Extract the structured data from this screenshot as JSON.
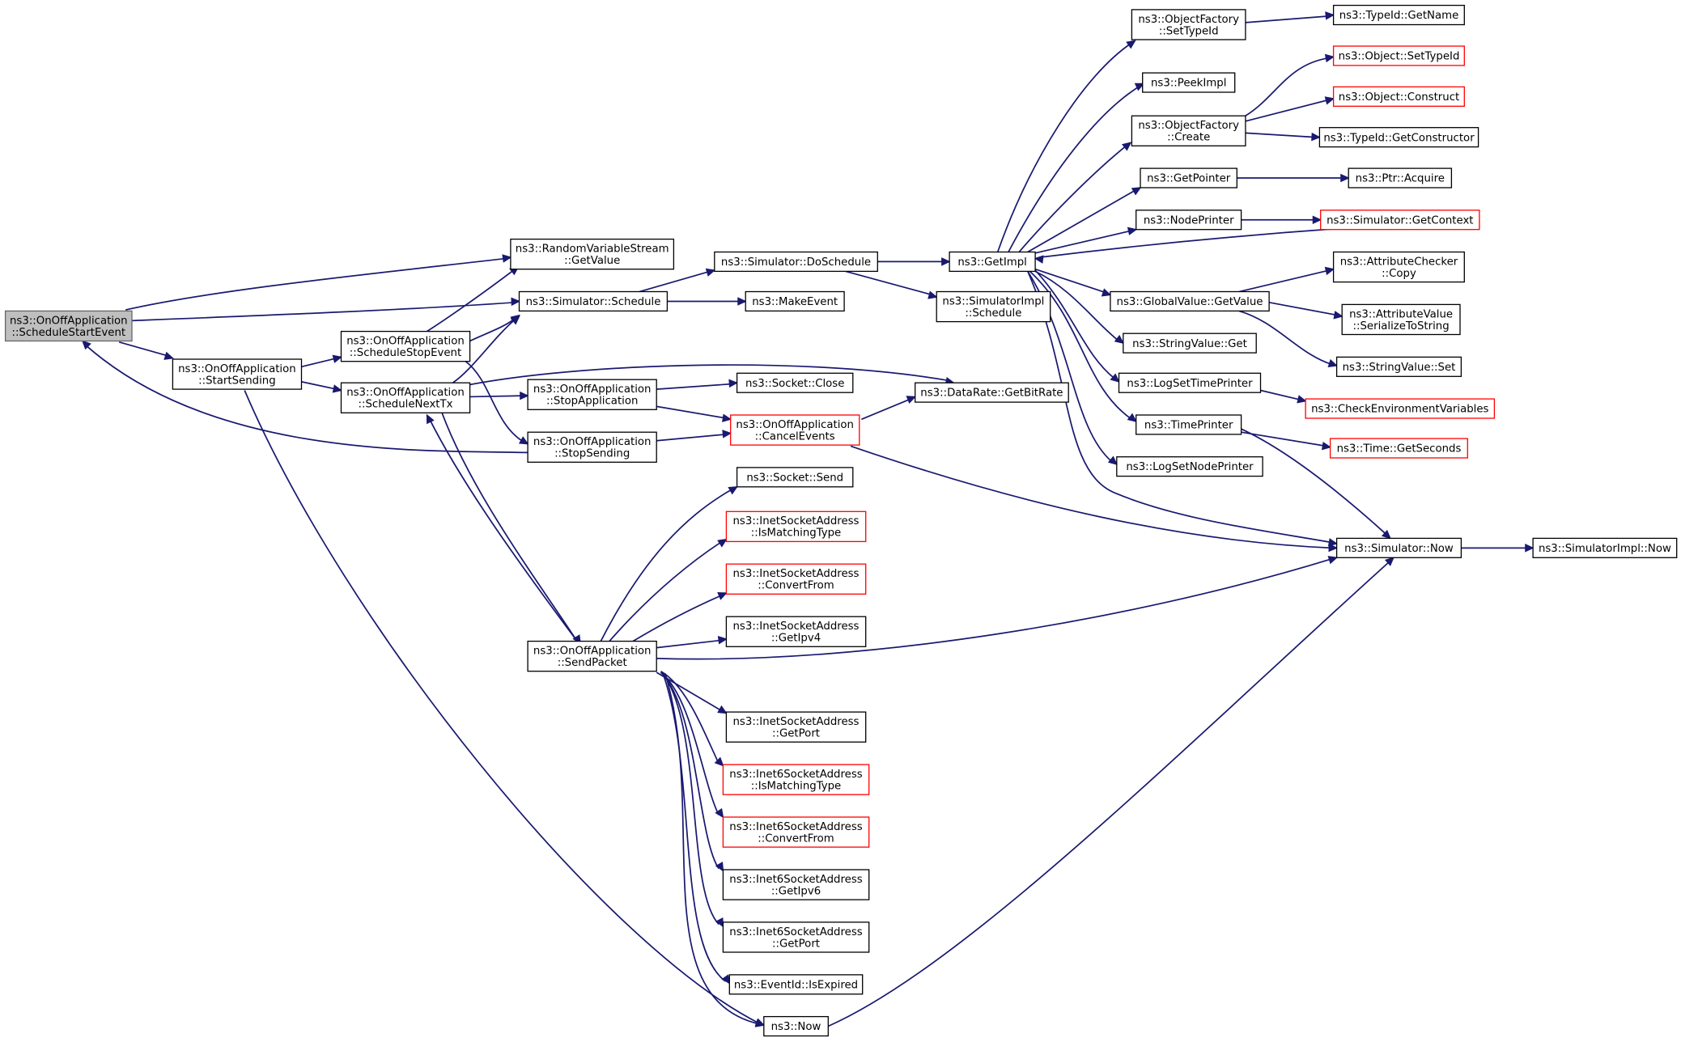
{
  "nodes": {
    "root": [
      "ns3::OnOffApplication",
      "::ScheduleStartEvent"
    ],
    "rvs": [
      "ns3::RandomVariableStream",
      "::GetValue"
    ],
    "schedule": [
      "ns3::Simulator::Schedule"
    ],
    "startSending": [
      "ns3::OnOffApplication",
      "::StartSending"
    ],
    "scheduleStop": [
      "ns3::OnOffApplication",
      "::ScheduleStopEvent"
    ],
    "scheduleNext": [
      "ns3::OnOffApplication",
      "::ScheduleNextTx"
    ],
    "stopApp": [
      "ns3::OnOffApplication",
      "::StopApplication"
    ],
    "stopSending": [
      "ns3::OnOffApplication",
      "::StopSending"
    ],
    "sendPacket": [
      "ns3::OnOffApplication",
      "::SendPacket"
    ],
    "doSchedule": [
      "ns3::Simulator::DoSchedule"
    ],
    "makeEvent": [
      "ns3::MakeEvent"
    ],
    "socketClose": [
      "ns3::Socket::Close"
    ],
    "cancelEvents": [
      "ns3::OnOffApplication",
      "::CancelEvents"
    ],
    "socketSend": [
      "ns3::Socket::Send"
    ],
    "inetMatch": [
      "ns3::InetSocketAddress",
      "::IsMatchingType"
    ],
    "inetConvert": [
      "ns3::InetSocketAddress",
      "::ConvertFrom"
    ],
    "inetIpv4": [
      "ns3::InetSocketAddress",
      "::GetIpv4"
    ],
    "inetPort": [
      "ns3::InetSocketAddress",
      "::GetPort"
    ],
    "inet6Match": [
      "ns3::Inet6SocketAddress",
      "::IsMatchingType"
    ],
    "inet6Convert": [
      "ns3::Inet6SocketAddress",
      "::ConvertFrom"
    ],
    "inet6Ipv6": [
      "ns3::Inet6SocketAddress",
      "::GetIpv6"
    ],
    "inet6Port": [
      "ns3::Inet6SocketAddress",
      "::GetPort"
    ],
    "eventExpired": [
      "ns3::EventId::IsExpired"
    ],
    "now": [
      "ns3::Now"
    ],
    "getImpl": [
      "ns3::GetImpl"
    ],
    "implSchedule": [
      "ns3::SimulatorImpl",
      "::Schedule"
    ],
    "getBitRate": [
      "ns3::DataRate::GetBitRate"
    ],
    "ofSetTypeId": [
      "ns3::ObjectFactory",
      "::SetTypeId"
    ],
    "peekImpl": [
      "ns3::PeekImpl"
    ],
    "ofCreate": [
      "ns3::ObjectFactory",
      "::Create"
    ],
    "getPointer": [
      "ns3::GetPointer"
    ],
    "nodePrinter": [
      "ns3::NodePrinter"
    ],
    "gvGetValue": [
      "ns3::GlobalValue::GetValue"
    ],
    "svGet": [
      "ns3::StringValue::Get"
    ],
    "logSetTime": [
      "ns3::LogSetTimePrinter"
    ],
    "timePrinter": [
      "ns3::TimePrinter"
    ],
    "logSetNode": [
      "ns3::LogSetNodePrinter"
    ],
    "simNow": [
      "ns3::Simulator::Now"
    ],
    "implNow": [
      "ns3::SimulatorImpl::Now"
    ],
    "typeIdGetName": [
      "ns3::TypeId::GetName"
    ],
    "objSetTypeId": [
      "ns3::Object::SetTypeId"
    ],
    "objConstruct": [
      "ns3::Object::Construct"
    ],
    "typeIdGetCtor": [
      "ns3::TypeId::GetConstructor"
    ],
    "ptrAcquire": [
      "ns3::Ptr::Acquire"
    ],
    "simGetContext": [
      "ns3::Simulator::GetContext"
    ],
    "acCopy": [
      "ns3::AttributeChecker",
      "::Copy"
    ],
    "avSerialize": [
      "ns3::AttributeValue",
      "::SerializeToString"
    ],
    "svSet": [
      "ns3::StringValue::Set"
    ],
    "checkEnv": [
      "ns3::CheckEnvironmentVariables"
    ],
    "timeGetSeconds": [
      "ns3::Time::GetSeconds"
    ]
  }
}
